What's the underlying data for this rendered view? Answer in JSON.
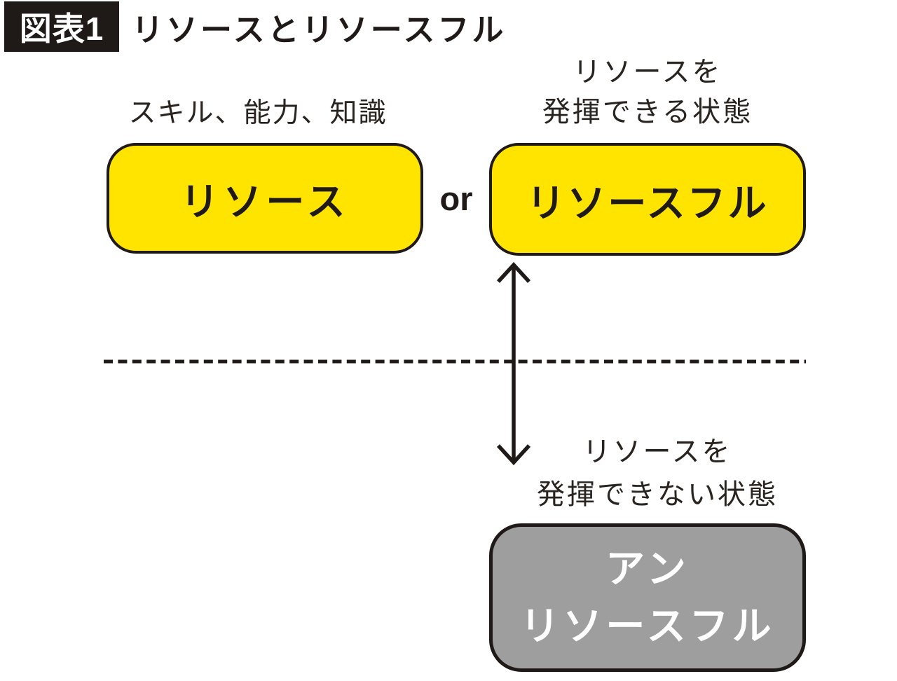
{
  "header": {
    "tag": "図表1",
    "title": "リソースとリソースフル"
  },
  "captions": {
    "resource": "スキル、能力、知識",
    "resourceful": {
      "line1": "リソースを",
      "line2": "発揮できる状態"
    },
    "unresourceful": {
      "line1": "リソースを",
      "line2": "発揮できない状態"
    }
  },
  "boxes": {
    "resource": {
      "label": "リソース"
    },
    "resourceful": {
      "label": "リソースフル"
    },
    "unresourceful": {
      "line1": "アン",
      "line2": "リソースフル"
    }
  },
  "labels": {
    "or": "or"
  },
  "colors": {
    "ink": "#1f1a17",
    "yellow": "#ffe400",
    "gray": "#9e9e9e",
    "white": "#ffffff",
    "paper": "#ffffff"
  }
}
